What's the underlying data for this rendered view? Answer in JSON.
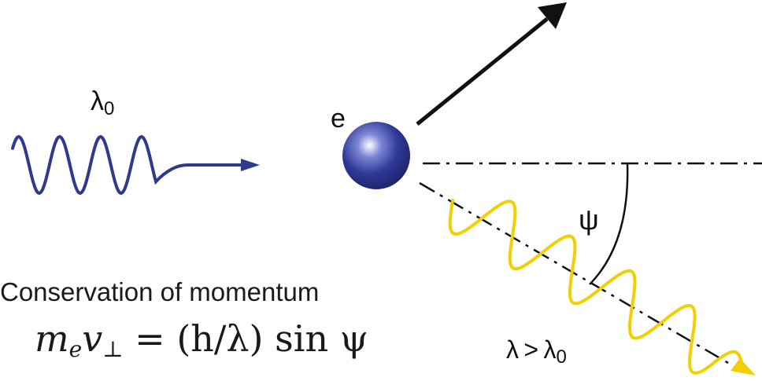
{
  "labels": {
    "incident_wavelength": {
      "symbol": "λ",
      "subscript": "0"
    },
    "electron": "e",
    "scatter_angle": "ψ",
    "scattered_wavelength": {
      "symbol": "λ",
      "relation": ">",
      "ref_symbol": "λ",
      "ref_subscript": "0"
    }
  },
  "caption": "Conservation of momentum",
  "equation": {
    "lhs_m": "m",
    "lhs_m_sub": "e",
    "lhs_v": "v",
    "lhs_v_sub": "⊥",
    "rhs": "= (h/λ) sin ψ"
  },
  "colors": {
    "incident_wave": "#2f3a8c",
    "scattered_wave": "#f2d000",
    "electron_base": "#2b3489",
    "arrow": "#111111"
  }
}
